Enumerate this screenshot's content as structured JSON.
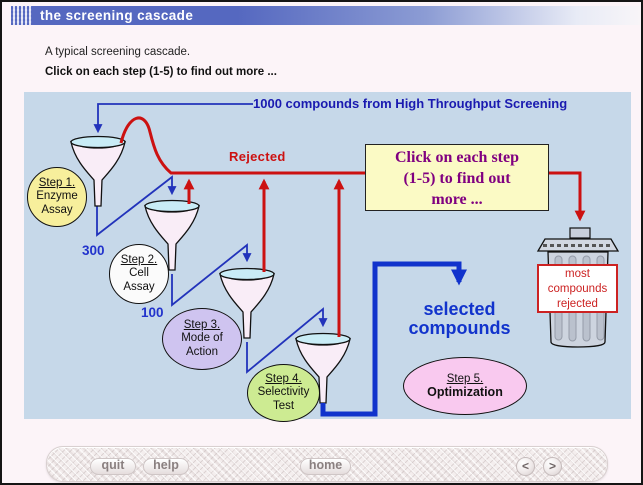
{
  "window": {
    "title": "the screening cascade"
  },
  "intro": {
    "line1": "A typical screening cascade.",
    "line2": "Click on each step (1-5) to find out more ..."
  },
  "diagram": {
    "source_label": "1000 compounds from High Throughput Screening",
    "rejected_label": "Rejected",
    "info_box": {
      "line1": "Click on each step",
      "line2": "(1-5) to find out",
      "line3": "more ..."
    },
    "count_after_step1": "300",
    "count_after_step2": "100",
    "steps": [
      {
        "title": "Step 1.",
        "line1": "Enzyme",
        "line2": "Assay"
      },
      {
        "title": "Step 2.",
        "line1": "Cell",
        "line2": "Assay"
      },
      {
        "title": "Step 3.",
        "line1": "Mode of",
        "line2": "Action"
      },
      {
        "title": "Step 4.",
        "line1": "Selectivity",
        "line2": "Test"
      },
      {
        "title": "Step 5.",
        "line1": "Optimization",
        "line2": ""
      }
    ],
    "selected": {
      "line1": "selected",
      "line2": "compounds"
    },
    "trash_label": {
      "line1": "most",
      "line2": "compounds",
      "line3": "rejected"
    }
  },
  "navbar": {
    "quit": "quit",
    "help": "help",
    "home": "home",
    "prev": "<",
    "next": ">"
  },
  "colors": {
    "titlebar_blue": "#5568c0",
    "diagram_bg": "#c6d8e9",
    "flow_blue": "#2233bb",
    "selected_blue": "#1133cc",
    "reject_red": "#cc1111",
    "info_box_bg": "#fbfac5",
    "info_box_text": "#800080",
    "step1_fill": "#f7ef9c",
    "step2_fill": "#fbfbfb",
    "step3_fill": "#cfc4f0",
    "step4_fill": "#cdeb92",
    "step5_fill": "#f9c9ef",
    "funnel_rim": "#c9ecf6",
    "funnel_body": "#f9edf7"
  }
}
